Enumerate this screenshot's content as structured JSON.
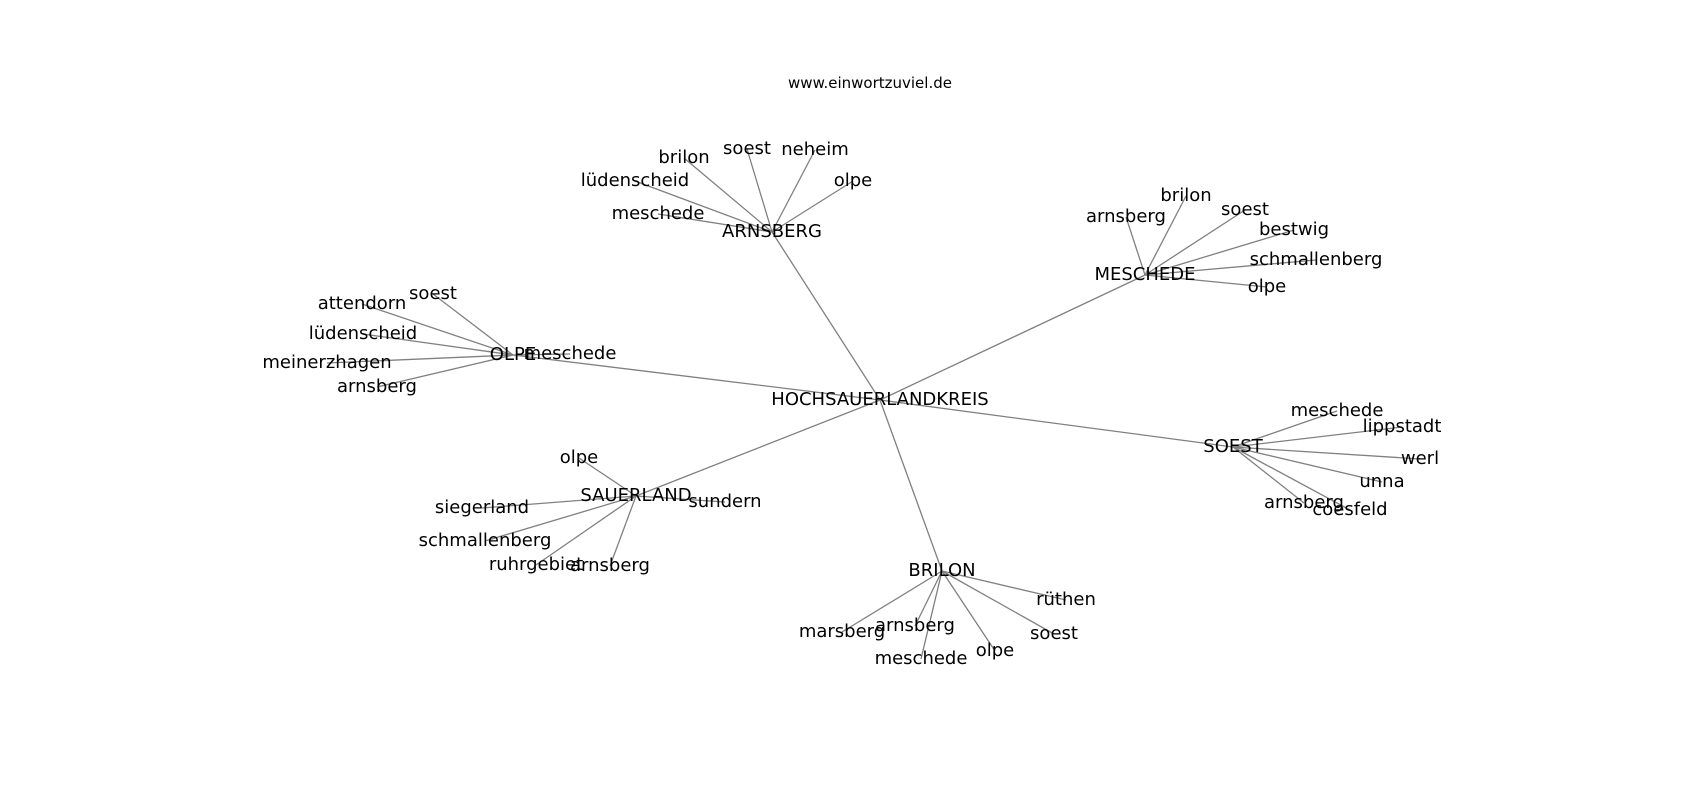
{
  "credit": "www.einwortzuviel.de",
  "colors": {
    "edge": "#808080",
    "text": "#000000",
    "background": "#ffffff"
  },
  "root": {
    "label": "HOCHSAUERLANDKREIS"
  },
  "hubs": [
    {
      "label": "ARNSBERG",
      "leaves": [
        "brilon",
        "soest",
        "neheim",
        "lüdenscheid",
        "olpe",
        "meschede"
      ]
    },
    {
      "label": "MESCHEDE",
      "leaves": [
        "arnsberg",
        "brilon",
        "soest",
        "bestwig",
        "schmallenberg",
        "olpe"
      ]
    },
    {
      "label": "OLPE",
      "leaves": [
        "soest",
        "attendorn",
        "lüdenscheid",
        "meinerzhagen",
        "arnsberg",
        "meschede"
      ]
    },
    {
      "label": "SOEST",
      "leaves": [
        "meschede",
        "lippstadt",
        "werl",
        "unna",
        "arnsberg",
        "coesfeld"
      ]
    },
    {
      "label": "SAUERLAND",
      "leaves": [
        "olpe",
        "siegerland",
        "sundern",
        "schmallenberg",
        "ruhrgebiet",
        "arnsberg"
      ]
    },
    {
      "label": "BRILON",
      "leaves": [
        "rüthen",
        "marsberg",
        "arnsberg",
        "soest",
        "meschede",
        "olpe"
      ]
    }
  ]
}
